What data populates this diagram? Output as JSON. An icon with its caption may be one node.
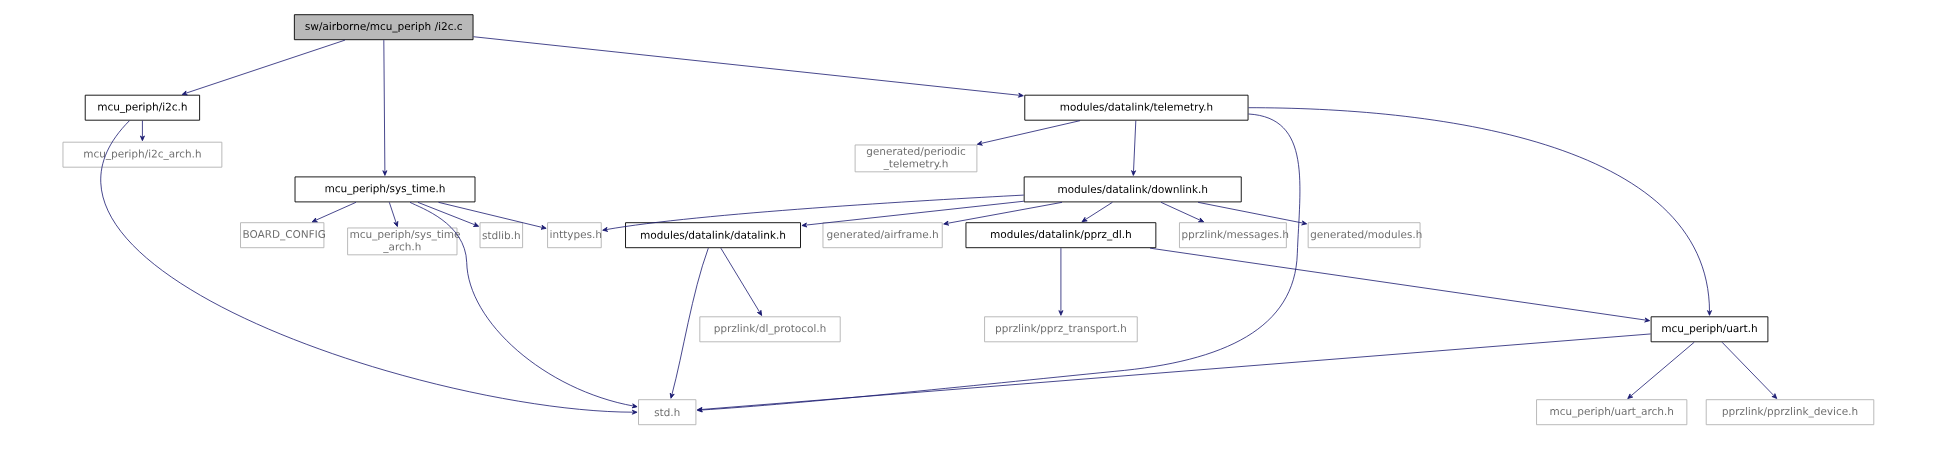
{
  "diagram": {
    "nodes": [
      {
        "text": [
          "sw/airborne/mcu_periph /i2c.c"
        ]
      },
      {
        "text": [
          "mcu_periph/i2c.h"
        ]
      },
      {
        "text": [
          "mcu_periph/i2c_arch.h"
        ]
      },
      {
        "text": [
          "mcu_periph/sys_time.h"
        ]
      },
      {
        "text": [
          "modules/datalink/telemetry.h"
        ]
      },
      {
        "text": [
          "generated/periodic _telemetry.h"
        ]
      },
      {
        "text": [
          "modules/datalink/downlink.h"
        ]
      },
      {
        "text": [
          "BOARD_CONFIG"
        ]
      },
      {
        "text": [
          "mcu_periph/sys_time _arch.h"
        ]
      },
      {
        "text": [
          "stdlib.h"
        ]
      },
      {
        "text": [
          "inttypes.h"
        ]
      },
      {
        "text": [
          "modules/datalink/datalink.h"
        ]
      },
      {
        "text": [
          "generated/airframe.h"
        ]
      },
      {
        "text": [
          "modules/datalink/pprz_dl.h"
        ]
      },
      {
        "text": [
          "pprzlink/messages.h"
        ]
      },
      {
        "text": [
          "generated/modules.h"
        ]
      },
      {
        "text": [
          "pprzlink/dl_protocol.h"
        ]
      },
      {
        "text": [
          "pprzlink/pprz_transport.h"
        ]
      },
      {
        "text": [
          "mcu_periph/uart.h"
        ]
      },
      {
        "text": [
          "std.h"
        ]
      },
      {
        "text": [
          "mcu_periph/uart_arch.h"
        ]
      },
      {
        "text": [
          "pprzlink/pprzlink_device.h"
        ]
      }
    ],
    "edges": [
      {
        "from": 0,
        "to": 1,
        "arrow": "to"
      },
      {
        "from": 0,
        "to": 3,
        "arrow": "to"
      },
      {
        "from": 0,
        "to": 4,
        "arrow": "to"
      },
      {
        "from": 1,
        "to": 2,
        "arrow": "to"
      },
      {
        "from": 1,
        "to": 19,
        "arrow": "to"
      },
      {
        "from": 3,
        "to": 7,
        "arrow": "to"
      },
      {
        "from": 3,
        "to": 8,
        "arrow": "to"
      },
      {
        "from": 3,
        "to": 9,
        "arrow": "to"
      },
      {
        "from": 3,
        "to": 10,
        "arrow": "to"
      },
      {
        "from": 3,
        "to": 19,
        "arrow": "to"
      },
      {
        "from": 4,
        "to": 5,
        "arrow": "to"
      },
      {
        "from": 4,
        "to": 6,
        "arrow": "to"
      },
      {
        "from": 4,
        "to": 19,
        "arrow": "to"
      },
      {
        "from": 4,
        "to": 18,
        "arrow": "to"
      },
      {
        "from": 6,
        "to": 10,
        "arrow": "to"
      },
      {
        "from": 6,
        "to": 11,
        "arrow": "to"
      },
      {
        "from": 6,
        "to": 12,
        "arrow": "to"
      },
      {
        "from": 6,
        "to": 13,
        "arrow": "to"
      },
      {
        "from": 6,
        "to": 14,
        "arrow": "to"
      },
      {
        "from": 6,
        "to": 15,
        "arrow": "to"
      },
      {
        "from": 11,
        "to": 19,
        "arrow": "to"
      },
      {
        "from": 11,
        "to": 16,
        "arrow": "to"
      },
      {
        "from": 13,
        "to": 17,
        "arrow": "to"
      },
      {
        "from": 13,
        "to": 18,
        "arrow": "to"
      },
      {
        "from": 18,
        "to": 19,
        "arrow": "to"
      },
      {
        "from": 18,
        "to": 20,
        "arrow": "to"
      },
      {
        "from": 18,
        "to": 21,
        "arrow": "to"
      }
    ]
  }
}
